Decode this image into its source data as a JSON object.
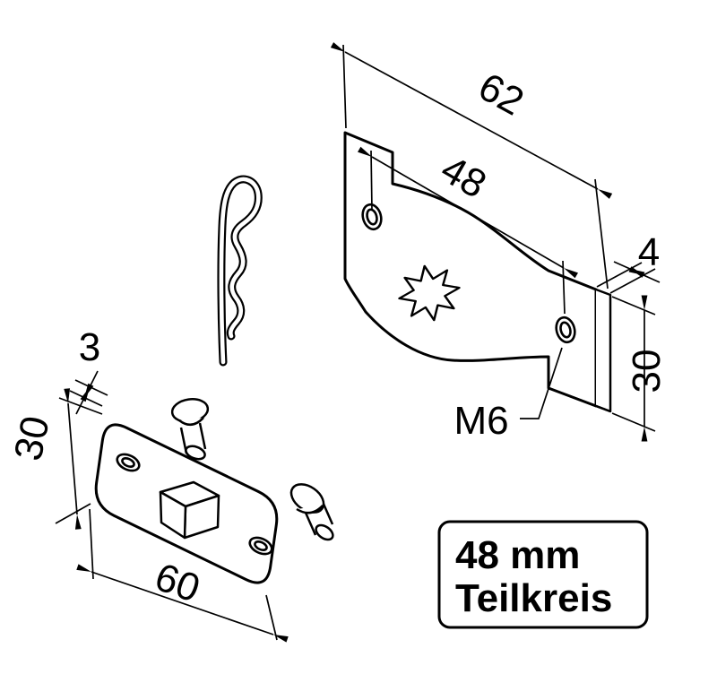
{
  "bracket": {
    "dim_outer_width": "62",
    "dim_hole_spacing": "48",
    "dim_thickness": "4",
    "dim_height": "30",
    "thread_label": "M6"
  },
  "plate": {
    "dim_thickness": "3",
    "dim_height": "30",
    "dim_width": "60"
  },
  "note": {
    "line1": "48 mm",
    "line2": "Teilkreis"
  },
  "colors": {
    "line": "#000000",
    "background": "#ffffff"
  }
}
